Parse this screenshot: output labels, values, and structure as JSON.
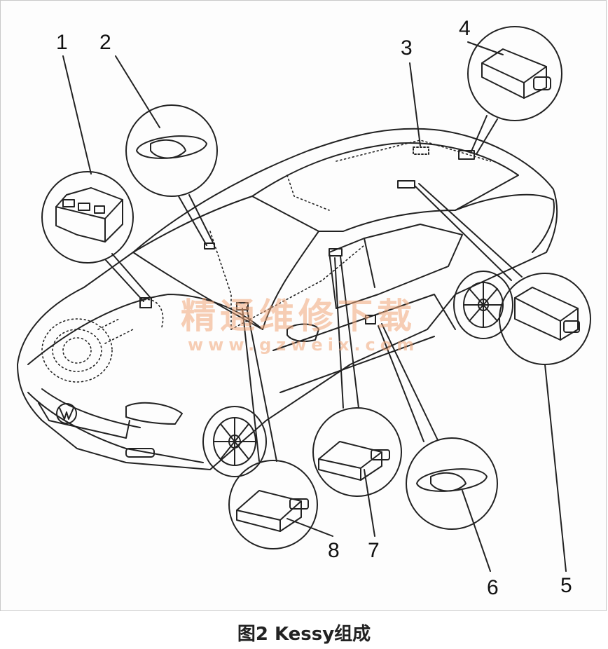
{
  "callouts": [
    {
      "id": 1,
      "label": "1"
    },
    {
      "id": 2,
      "label": "2"
    },
    {
      "id": 3,
      "label": "3"
    },
    {
      "id": 4,
      "label": "4"
    },
    {
      "id": 5,
      "label": "5"
    },
    {
      "id": 6,
      "label": "6"
    },
    {
      "id": 7,
      "label": "7"
    },
    {
      "id": 8,
      "label": "8"
    }
  ],
  "watermark": {
    "line1": "精通维修下载",
    "line2": "www.gzweix.com"
  },
  "caption": "图2 Kessy组成",
  "colors": {
    "line": "#222222",
    "watermark": "#f2a779"
  }
}
